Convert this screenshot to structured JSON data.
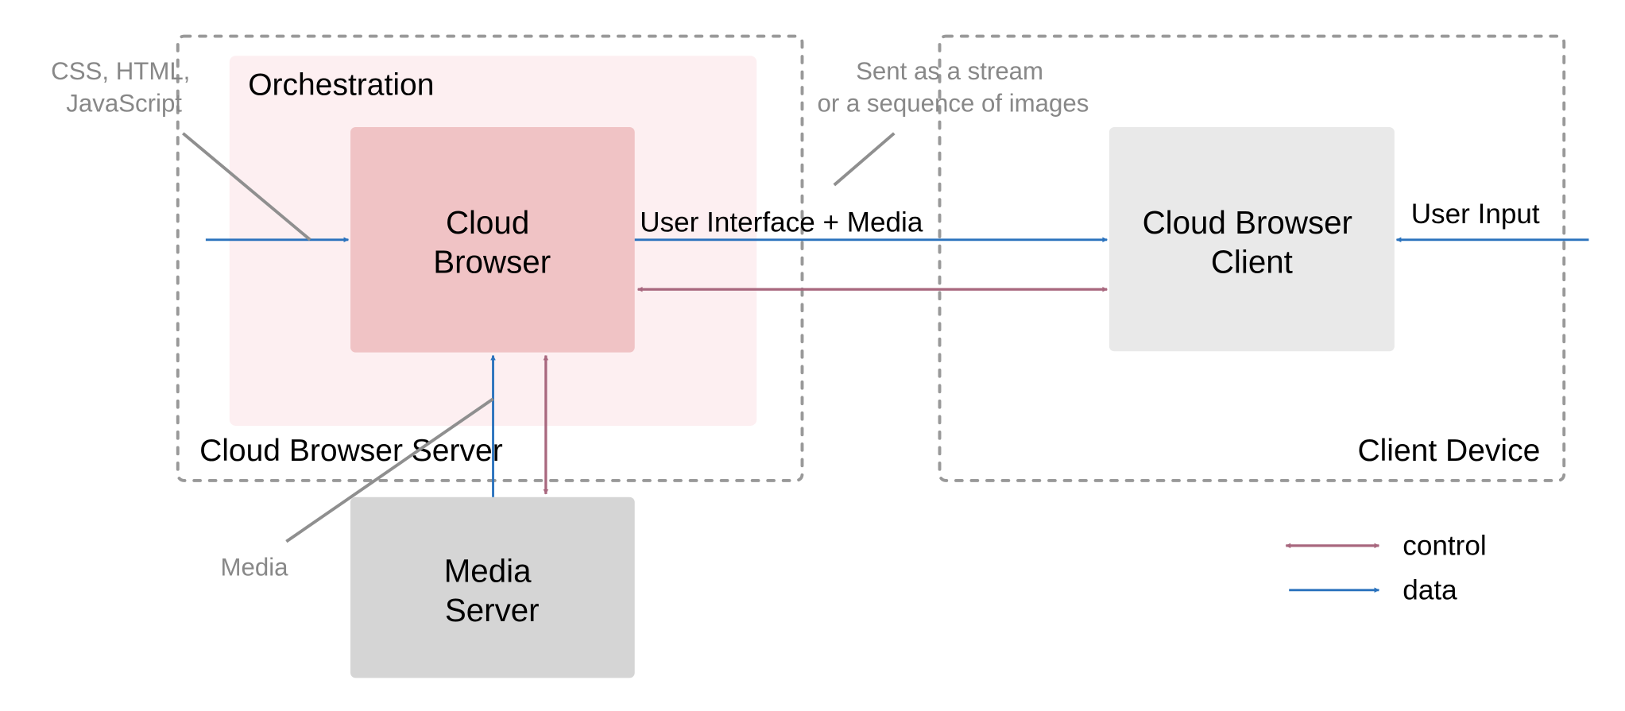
{
  "colors": {
    "data_arrow": "#2a72bd",
    "control_arrow": "#a8677e",
    "orchestration_fill": "#fdeff1",
    "cloud_browser_fill": "#f0c3c5",
    "client_fill": "#e9e9e9",
    "media_server_fill": "#d5d5d5",
    "boundary_stroke": "#999999",
    "annotation_text": "#888888"
  },
  "groups": {
    "cloud_browser_server": "Cloud Browser Server",
    "client_device": "Client Device",
    "orchestration": "Orchestration"
  },
  "nodes": {
    "cloud_browser": [
      "Cloud",
      "Browser"
    ],
    "cloud_browser_client": [
      "Cloud Browser",
      "Client"
    ],
    "media_server": [
      "Media",
      "Server"
    ]
  },
  "edges": {
    "ui_media": "User Interface + Media",
    "user_input": "User Input"
  },
  "annotations": {
    "web_content": [
      "CSS, HTML,",
      "JavaScript"
    ],
    "stream": [
      "Sent as a stream",
      "or a sequence of images"
    ],
    "media": "Media"
  },
  "legend": {
    "control": "control",
    "data": "data"
  }
}
